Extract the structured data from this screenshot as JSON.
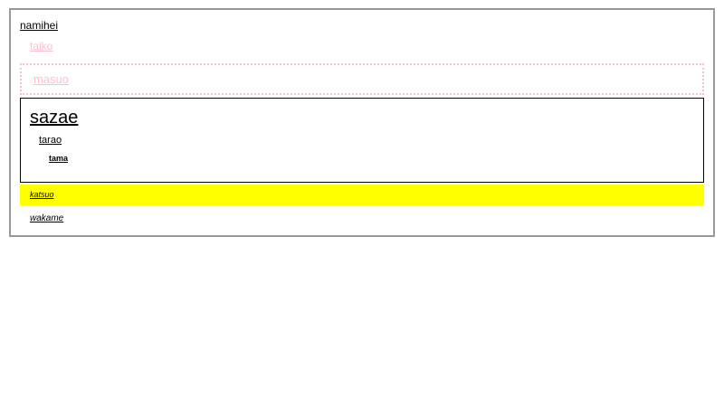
{
  "links": {
    "namihei": "namihei",
    "taiko": "taiko",
    "masuo": "masuo",
    "sazae": "sazae",
    "tarao": "tarao",
    "tama": "tama",
    "katsuo": "katsuo",
    "wakame": "wakame"
  },
  "colors": {
    "outer_border": "#999999",
    "pink_text": "#ffc0cb",
    "pink_dotted_border": "#ffc0cb",
    "black_box_border": "#000000",
    "highlight_yellow": "#ffff00",
    "text_black": "#000000",
    "page_background": "#ffffff"
  }
}
